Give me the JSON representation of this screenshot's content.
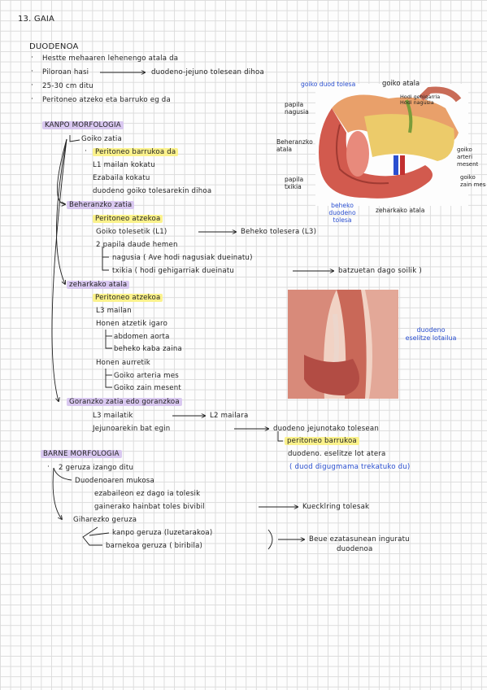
{
  "title": "13. GAIA",
  "heading": "DUODENOA",
  "intro": [
    "Hestte mehaaren lehenengo atala da",
    "Piloroan hasi",
    "duodeno-jejuno tolesean dihoa",
    "25-30 cm ditu",
    "Peritoneo atzeko eta barruko eg da"
  ],
  "kanpo": {
    "title": "KANPO MORFOLOGIA",
    "goiko": {
      "title": "Goiko zatia",
      "items": [
        "Peritoneo barrukoa da",
        "L1 mailan kokatu",
        "Ezabaila kokatu",
        "duodeno goiko tolesarekin dihoa"
      ]
    },
    "beheranzko": {
      "title": "Beheranzko zatia",
      "items": [
        "Peritoneo atzekoa",
        "Goiko tolesetik (L1)",
        "Beheko tolesera (L3)",
        "2 papila daude hemen"
      ],
      "sub": [
        "nagusia ( Ave hodi nagusiak dueinatu)",
        "txikia ( hodi gehigarriak dueinatu",
        "batzuetan dago soilik )"
      ]
    },
    "zeharkako": {
      "title": "zeharkako atala",
      "items": [
        "Peritoneo atzekoa",
        "L3 mailan",
        "Honen atzetik igaro",
        "Honen aurretik"
      ],
      "sub1": [
        "abdomen aorta",
        "beheko kaba zaina"
      ],
      "sub2": [
        "Goiko arteria mes",
        "Goiko zain mesent"
      ]
    },
    "goranzko": {
      "title": "Goranzko zatia edo goranzkoa",
      "items": [
        "L3 mailatik",
        "L2 mailara",
        "Jejunoarekin bat egin",
        "duodeno jejunotako tolesean"
      ],
      "sub": [
        "peritoneo barrukoa",
        "duodeno. eselitze lot atera"
      ]
    }
  },
  "barne": {
    "title": "BARNE MORFOLOGIA",
    "lead": "2 geruza izango ditu",
    "note": "( duod digugmama trekatuko du)",
    "mukosa": {
      "title": "Duodenoaren mukosa",
      "items": [
        "ezabaileon ez dago ia tolesik",
        "gainerako hainbat toles bivibil",
        "Kuecklring tolesak"
      ]
    },
    "gihar": {
      "title": "Giharezko geruza",
      "items": [
        "kanpo geruza (luzetarakoa)",
        "barnekoa geruza ( biribila)"
      ],
      "summary": [
        "Beue ezatasunean inguratu",
        "duodenoa"
      ]
    }
  },
  "figure1": {
    "labels": [
      "goiko duod tolesa",
      "goiko atala",
      "papila nagusia",
      "Hodi gehigarria",
      "Hodi nagusia",
      "Beheranzko atala",
      "goiko arteri mesent",
      "papila txikia",
      "goiko zain mes",
      "beheko duodeno tolesa",
      "zeharkako atala"
    ]
  },
  "figure2": {
    "labels": [
      "duodeno eselitze lotailua"
    ]
  },
  "colors": {
    "ink": "#1e1e1e",
    "blue": "#2a4fd0",
    "purple_highlight": "#d9c8f0",
    "yellow_highlight": "#fbf28c"
  }
}
